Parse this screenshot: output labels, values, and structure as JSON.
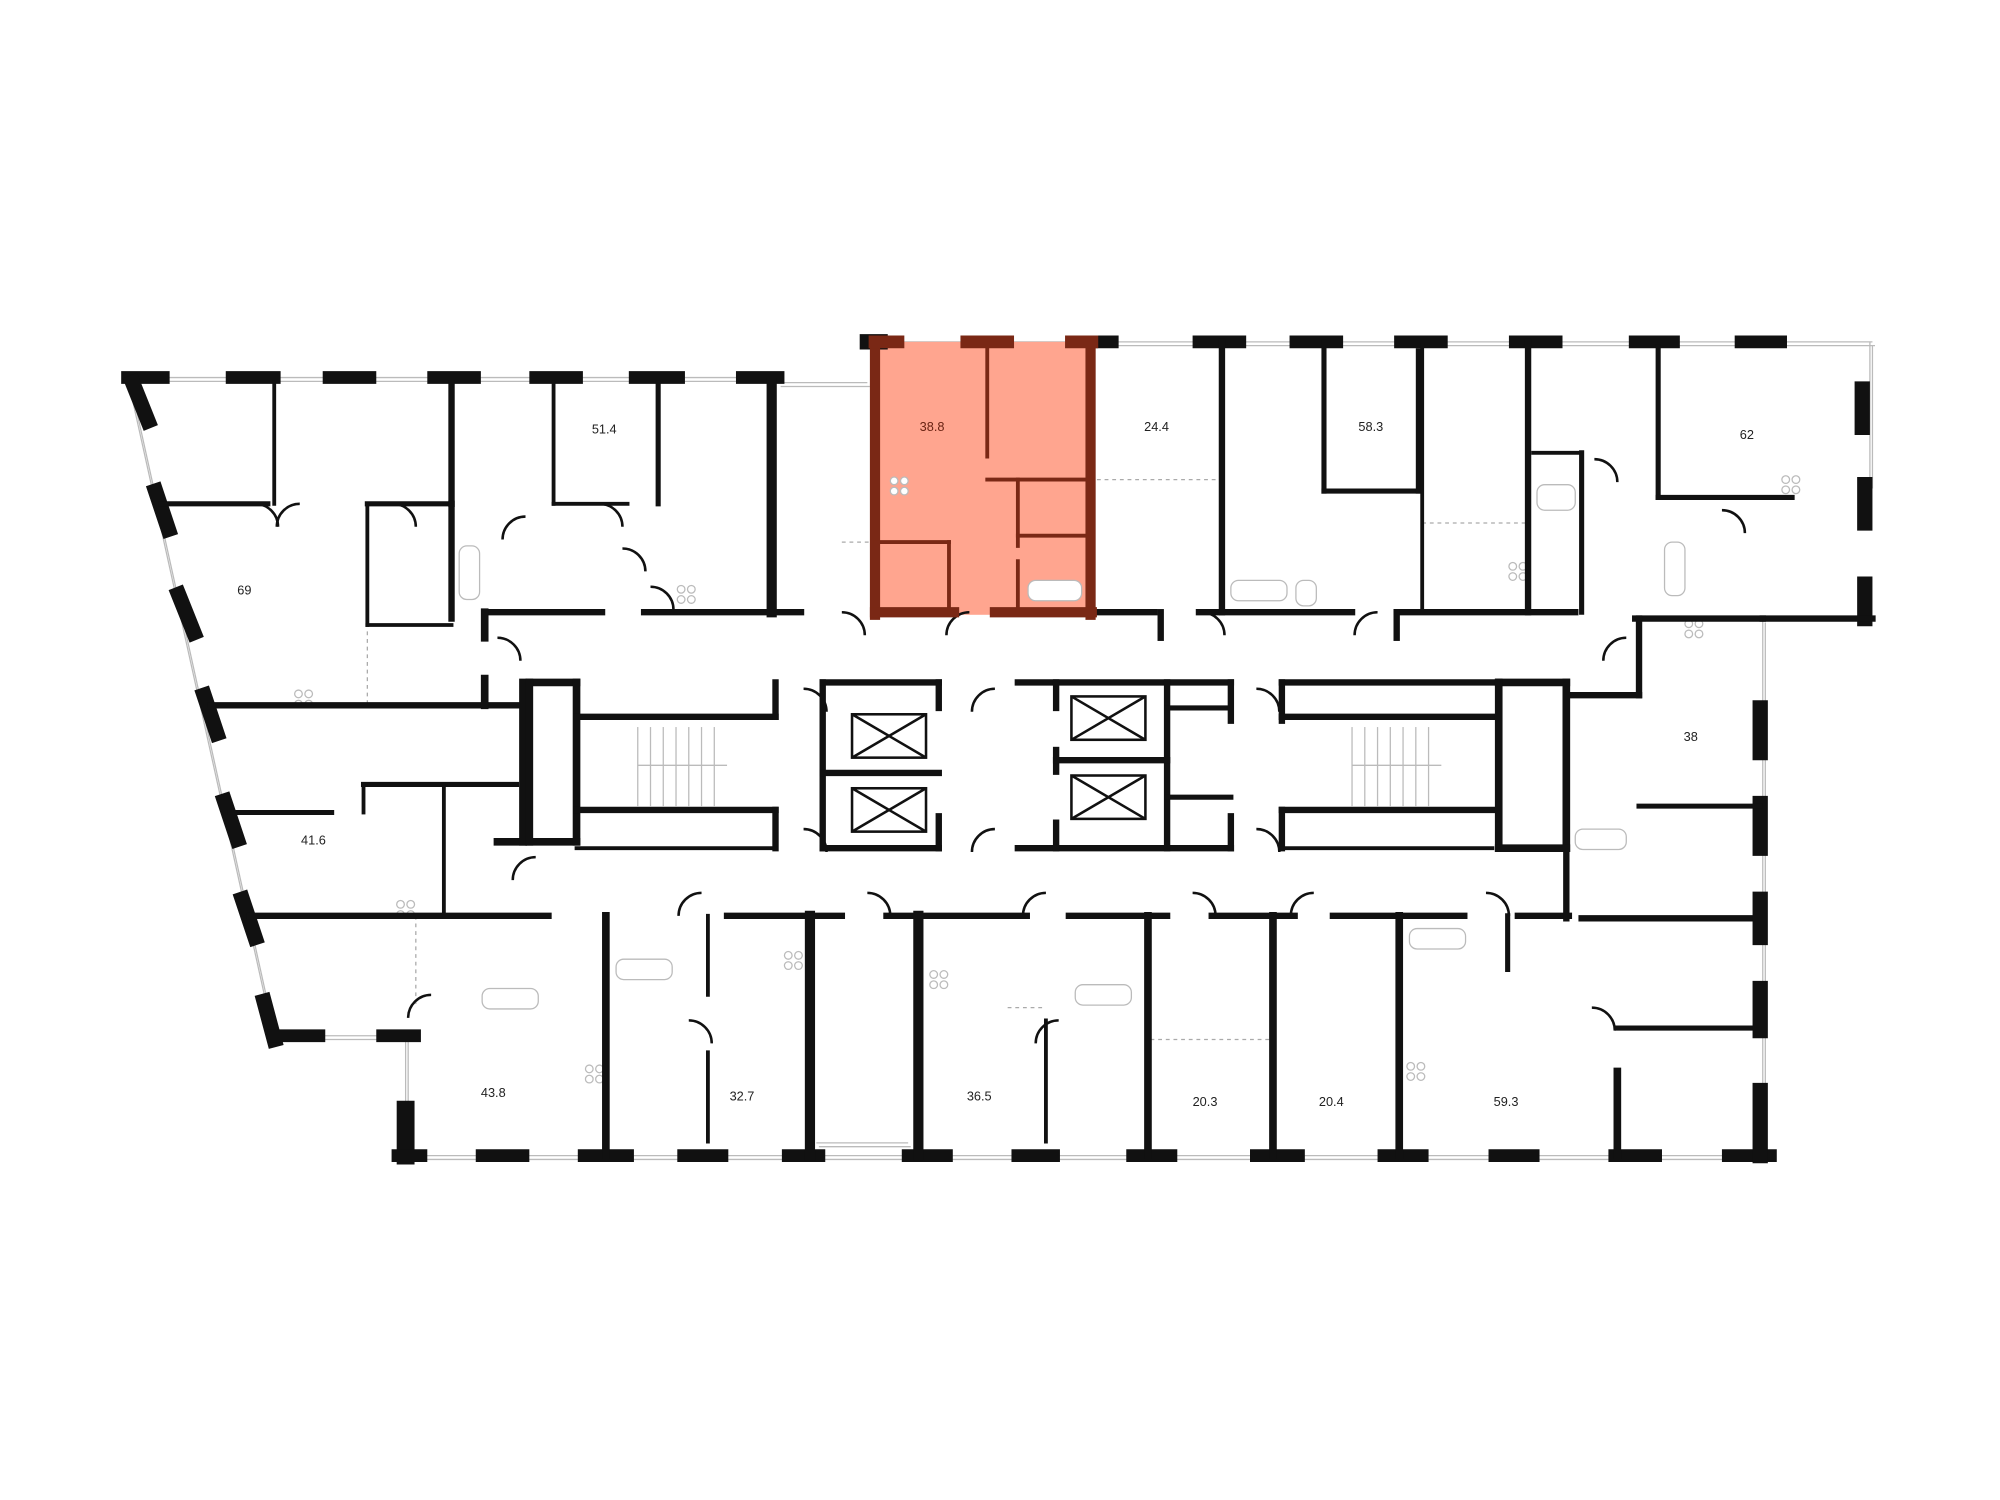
{
  "floor_plan": {
    "highlight_color": "#FFA58F",
    "highlight_wall_color": "#7A2815",
    "wall_color": "#111111",
    "selected_apartment": {
      "area": "38.8"
    },
    "apartments": [
      {
        "area": "38.8",
        "selected": true
      },
      {
        "area": "24.4"
      },
      {
        "area": "58.3"
      },
      {
        "area": "62"
      },
      {
        "area": "51.4"
      },
      {
        "area": "69"
      },
      {
        "area": "41.6"
      },
      {
        "area": "43.8"
      },
      {
        "area": "32.7"
      },
      {
        "area": "36.5"
      },
      {
        "area": "20.3"
      },
      {
        "area": "20.4"
      },
      {
        "area": "59.3"
      },
      {
        "area": "38"
      }
    ]
  }
}
